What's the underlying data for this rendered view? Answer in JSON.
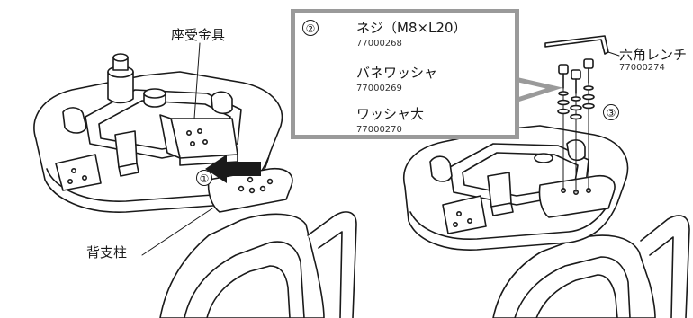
{
  "labels": {
    "seat_bracket": "座受金具",
    "back_pillar": "背支柱",
    "hex_wrench": "六角レンチ",
    "hex_wrench_code": "77000274"
  },
  "steps": {
    "one": "①",
    "two": "②",
    "three": "③"
  },
  "parts": [
    {
      "name": "ネジ（M8×L20）",
      "code": "77000268"
    },
    {
      "name": "バネワッシャ",
      "code": "77000269"
    },
    {
      "name": "ワッシャ大",
      "code": "77000270"
    }
  ],
  "colors": {
    "line": "#1a1a1a",
    "callout_border": "#9a9a9a",
    "fill": "#ffffff"
  }
}
